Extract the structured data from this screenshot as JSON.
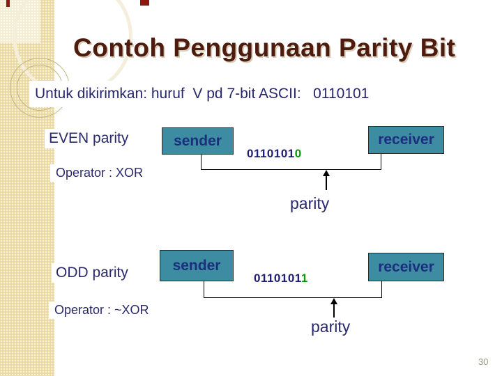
{
  "slide": {
    "title": "Contoh Penggunaan Parity Bit",
    "intro": "Untuk dikirimkan: huruf  V pd 7-bit ASCII:   0110101",
    "page_number": "30",
    "sections": [
      {
        "label": "EVEN parity",
        "sender": "sender",
        "receiver": "receiver",
        "bits_prefix": "0110101",
        "parity_bit": "0",
        "operator": "Operator : XOR",
        "parity_label": "parity"
      },
      {
        "label": "ODD parity",
        "sender": "sender",
        "receiver": "receiver",
        "bits_prefix": "0110101",
        "parity_bit": "1",
        "operator": "Operator : ~XOR",
        "parity_label": "parity"
      }
    ]
  },
  "colors": {
    "title_maroon": "#4E1C0F",
    "body_navy": "#29296B",
    "box_teal": "#3D8CA1",
    "box_text_navy": "#1B2F7E",
    "parity_bit_green": "#009900",
    "sidebar_beige": "#EAD9A4",
    "accent_red": "#8C1A12"
  }
}
